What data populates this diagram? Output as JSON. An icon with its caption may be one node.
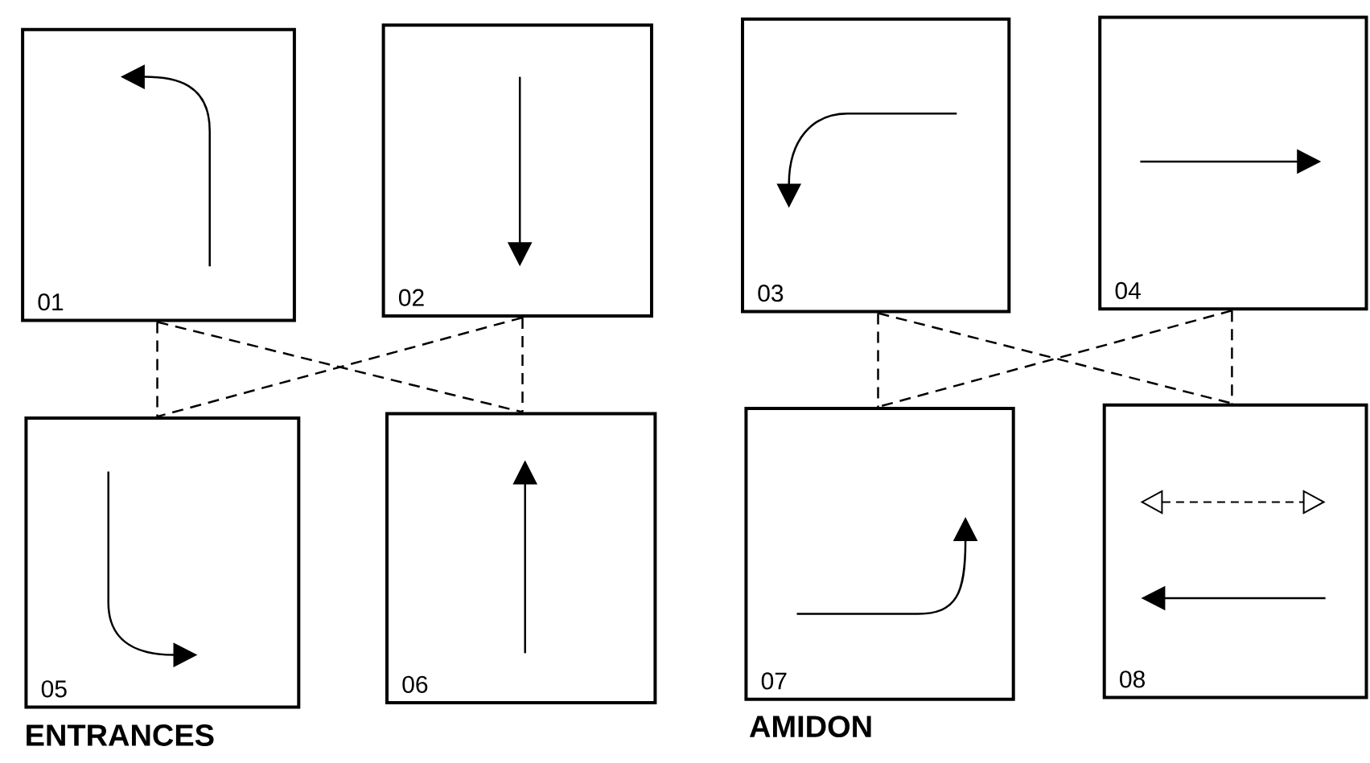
{
  "diagram": {
    "nodes": [
      {
        "text": [
          "01"
        ]
      },
      {
        "text": [
          "02"
        ]
      },
      {
        "text": [
          "03"
        ]
      },
      {
        "text": [
          "04"
        ]
      },
      {
        "text": [
          "05"
        ]
      },
      {
        "text": [
          "06"
        ]
      },
      {
        "text": [
          "07"
        ]
      },
      {
        "text": [
          "08"
        ]
      }
    ],
    "edges": [
      {
        "from": 0,
        "to": 4,
        "arrow": "none",
        "style": "dashed"
      },
      {
        "from": 0,
        "to": 5,
        "arrow": "none",
        "style": "dashed"
      },
      {
        "from": 1,
        "to": 4,
        "arrow": "none",
        "style": "dashed"
      },
      {
        "from": 1,
        "to": 5,
        "arrow": "none",
        "style": "dashed"
      },
      {
        "from": 2,
        "to": 6,
        "arrow": "none",
        "style": "dashed"
      },
      {
        "from": 2,
        "to": 7,
        "arrow": "none",
        "style": "dashed"
      },
      {
        "from": 3,
        "to": 6,
        "arrow": "none",
        "style": "dashed"
      },
      {
        "from": 3,
        "to": 7,
        "arrow": "none",
        "style": "dashed"
      }
    ],
    "labels": [
      "ENTRANCES",
      "AMIDON"
    ]
  }
}
